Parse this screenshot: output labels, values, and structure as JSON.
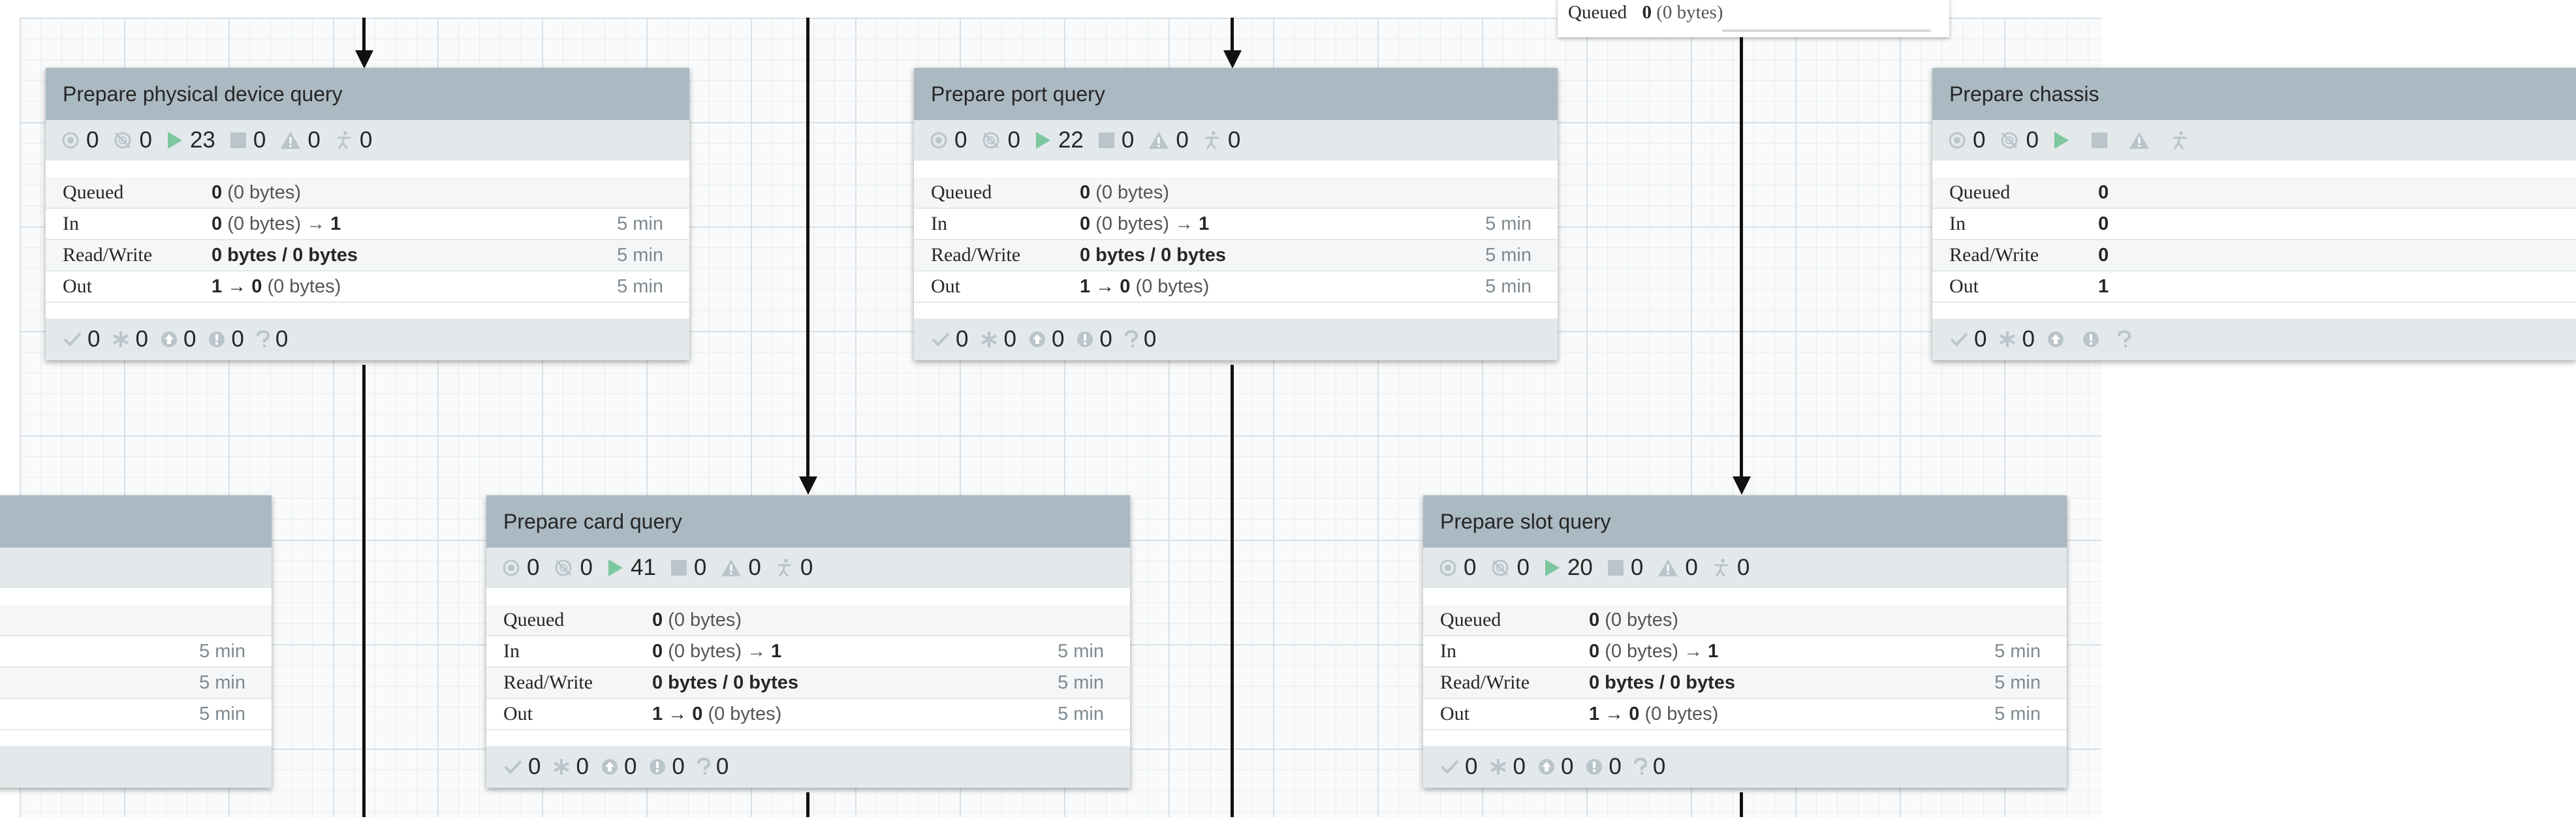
{
  "processors": [
    {
      "name": "Prepare physical device query",
      "stats": {
        "running": "0",
        "stopped": "0",
        "active": "23",
        "disabled": "0",
        "warnings": "0",
        "invalid": "0"
      },
      "rows": {
        "queued": {
          "label": "Queued",
          "value": "0",
          "detail": "(0 bytes)"
        },
        "in": {
          "label": "In",
          "value": "0",
          "detail": "(0 bytes) →",
          "tail": "1",
          "time": "5 min"
        },
        "readwrite": {
          "label": "Read/Write",
          "value": "0 bytes / 0 bytes",
          "time": "5 min"
        },
        "out": {
          "label": "Out",
          "value": "1 →",
          "tail": "0",
          "detail": "(0 bytes)",
          "time": "5 min"
        }
      },
      "footer": {
        "up_to_date": "0",
        "modified": "0",
        "stale": "0",
        "errors": "0",
        "unknown": "0"
      }
    },
    {
      "name": "Prepare port query",
      "stats": {
        "running": "0",
        "stopped": "0",
        "active": "22",
        "disabled": "0",
        "warnings": "0",
        "invalid": "0"
      },
      "rows": {
        "queued": {
          "label": "Queued",
          "value": "0",
          "detail": "(0 bytes)"
        },
        "in": {
          "label": "In",
          "value": "0",
          "detail": "(0 bytes) →",
          "tail": "1",
          "time": "5 min"
        },
        "readwrite": {
          "label": "Read/Write",
          "value": "0 bytes / 0 bytes",
          "time": "5 min"
        },
        "out": {
          "label": "Out",
          "value": "1 →",
          "tail": "0",
          "detail": "(0 bytes)",
          "time": "5 min"
        }
      },
      "footer": {
        "up_to_date": "0",
        "modified": "0",
        "stale": "0",
        "errors": "0",
        "unknown": "0"
      }
    },
    {
      "name": "Prepare chassis",
      "stats": {
        "running": "0",
        "stopped": "0",
        "active": "",
        "disabled": "",
        "warnings": "",
        "invalid": ""
      },
      "rows": {
        "queued": {
          "label": "Queued",
          "value": "0",
          "detail": ""
        },
        "in": {
          "label": "In",
          "value": "0",
          "detail": "",
          "tail": "",
          "time": ""
        },
        "readwrite": {
          "label": "Read/Write",
          "value": "0",
          "time": ""
        },
        "out": {
          "label": "Out",
          "value": "1",
          "tail": "",
          "detail": "",
          "time": ""
        }
      },
      "footer": {
        "up_to_date": "0",
        "modified": "0",
        "stale": "",
        "errors": "",
        "unknown": ""
      }
    },
    {
      "name": "",
      "stats": {
        "running": "",
        "stopped": "",
        "active": "",
        "disabled": "",
        "warnings": "",
        "invalid": ""
      },
      "rows": {
        "queued": {
          "label": "",
          "value": "",
          "detail": ""
        },
        "in": {
          "label": "",
          "value": "",
          "detail": "",
          "tail": "",
          "time": "5 min"
        },
        "readwrite": {
          "label": "",
          "value": "",
          "time": "5 min"
        },
        "out": {
          "label": "",
          "value": "",
          "tail": "",
          "detail": "",
          "time": "5 min"
        }
      },
      "footer": {
        "up_to_date": "",
        "modified": "",
        "stale": "",
        "errors": "",
        "unknown": ""
      }
    },
    {
      "name": "Prepare card query",
      "stats": {
        "running": "0",
        "stopped": "0",
        "active": "41",
        "disabled": "0",
        "warnings": "0",
        "invalid": "0"
      },
      "rows": {
        "queued": {
          "label": "Queued",
          "value": "0",
          "detail": "(0 bytes)"
        },
        "in": {
          "label": "In",
          "value": "0",
          "detail": "(0 bytes) →",
          "tail": "1",
          "time": "5 min"
        },
        "readwrite": {
          "label": "Read/Write",
          "value": "0 bytes / 0 bytes",
          "time": "5 min"
        },
        "out": {
          "label": "Out",
          "value": "1 →",
          "tail": "0",
          "detail": "(0 bytes)",
          "time": "5 min"
        }
      },
      "footer": {
        "up_to_date": "0",
        "modified": "0",
        "stale": "0",
        "errors": "0",
        "unknown": "0"
      }
    },
    {
      "name": "Prepare slot query",
      "stats": {
        "running": "0",
        "stopped": "0",
        "active": "20",
        "disabled": "0",
        "warnings": "0",
        "invalid": "0"
      },
      "rows": {
        "queued": {
          "label": "Queued",
          "value": "0",
          "detail": "(0 bytes)"
        },
        "in": {
          "label": "In",
          "value": "0",
          "detail": "(0 bytes) →",
          "tail": "1",
          "time": "5 min"
        },
        "readwrite": {
          "label": "Read/Write",
          "value": "0 bytes / 0 bytes",
          "time": "5 min"
        },
        "out": {
          "label": "Out",
          "value": "1 →",
          "tail": "0",
          "detail": "(0 bytes)",
          "time": "5 min"
        }
      },
      "footer": {
        "up_to_date": "0",
        "modified": "0",
        "stale": "0",
        "errors": "0",
        "unknown": "0"
      }
    }
  ],
  "partial_top": {
    "label": "Queued",
    "value": "0",
    "detail": "(0 bytes)"
  },
  "colors": {
    "header": "#abb9c2",
    "stats_bar": "#e3e8eb",
    "active_green": "#7dc7a0",
    "icon_gray": "#b9c4cb",
    "connection": "#111111"
  },
  "icons": [
    "running-icon",
    "stopped-icon",
    "active-icon",
    "disabled-icon",
    "warning-icon",
    "invalid-icon",
    "up-to-date-icon",
    "modified-icon",
    "stale-icon",
    "error-icon",
    "unknown-icon"
  ]
}
